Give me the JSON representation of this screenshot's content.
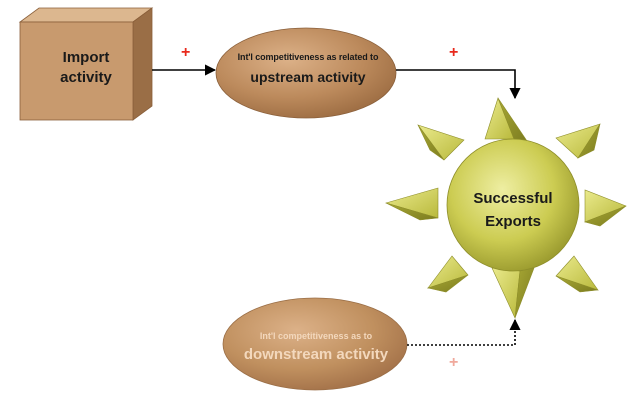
{
  "nodes": {
    "import": {
      "line1": "Import",
      "line2": "activity"
    },
    "upstream": {
      "small": "Int'l competitiveness as related to",
      "big": "upstream activity"
    },
    "exports": {
      "line1": "Successful",
      "line2": "Exports"
    },
    "downstream": {
      "small": "Int'l competitiveness as to",
      "big": "downstream activity"
    }
  },
  "edges": {
    "import_to_upstream": {
      "sign": "+",
      "style": "solid"
    },
    "upstream_to_exports": {
      "sign": "+",
      "style": "solid"
    },
    "downstream_to_exports": {
      "sign": "+",
      "style": "dotted"
    }
  },
  "colors": {
    "box_front": "#c89a6e",
    "box_side": "#9a6e46",
    "box_top": "#dcb78f",
    "ellipse": "#b98558",
    "ellipse_light": "#d4a67c",
    "sun": "#c8c84a",
    "sun_dark": "#8e8e2a",
    "plus_red": "#e8291c",
    "plus_faded": "#f0a99c"
  }
}
